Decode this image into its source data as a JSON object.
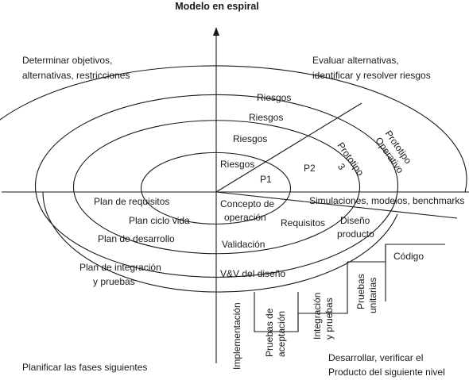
{
  "title": "Modelo en espiral",
  "quadrants": {
    "top_left": [
      "Determinar objetivos,",
      "alternativas, restricciones"
    ],
    "top_right": [
      "Evaluar alternativas,",
      "identificar y resolver riesgos"
    ],
    "bottom_left": [
      "Planificar las fases siguientes"
    ],
    "bottom_right": [
      "Desarrollar, verificar el",
      "Producto del siguiente nivel"
    ]
  },
  "risk_labels": [
    "Riesgos",
    "Riesgos",
    "Riesgos",
    "Riesgos"
  ],
  "prototypes": {
    "p1": "P1",
    "p2": "P2",
    "p3": [
      "Prototipo",
      "3"
    ],
    "operative": [
      "Prototipo",
      "Operativo"
    ]
  },
  "plans": {
    "requirements": "Plan de requisitos",
    "lifecycle": "Plan ciclo vida",
    "development": "Plan de desarrollo",
    "integration": [
      "Plan de integración",
      "y pruebas"
    ]
  },
  "products": {
    "concept": [
      "Concepto de",
      "operación"
    ],
    "requirements": "Requisitos",
    "design": [
      "Diseño",
      "producto"
    ],
    "simulations": "Simulaciones, modelos, benchmarks",
    "code": "Código",
    "validation": "Validación",
    "vv_design": "V&V del diseño"
  },
  "phases": {
    "implementation": "Implementación",
    "acceptance": [
      "Pruebas de",
      "aceptación"
    ],
    "integration": [
      "Integración",
      "y pruebas"
    ],
    "unit": [
      "Pruebas",
      "unitarias"
    ]
  }
}
